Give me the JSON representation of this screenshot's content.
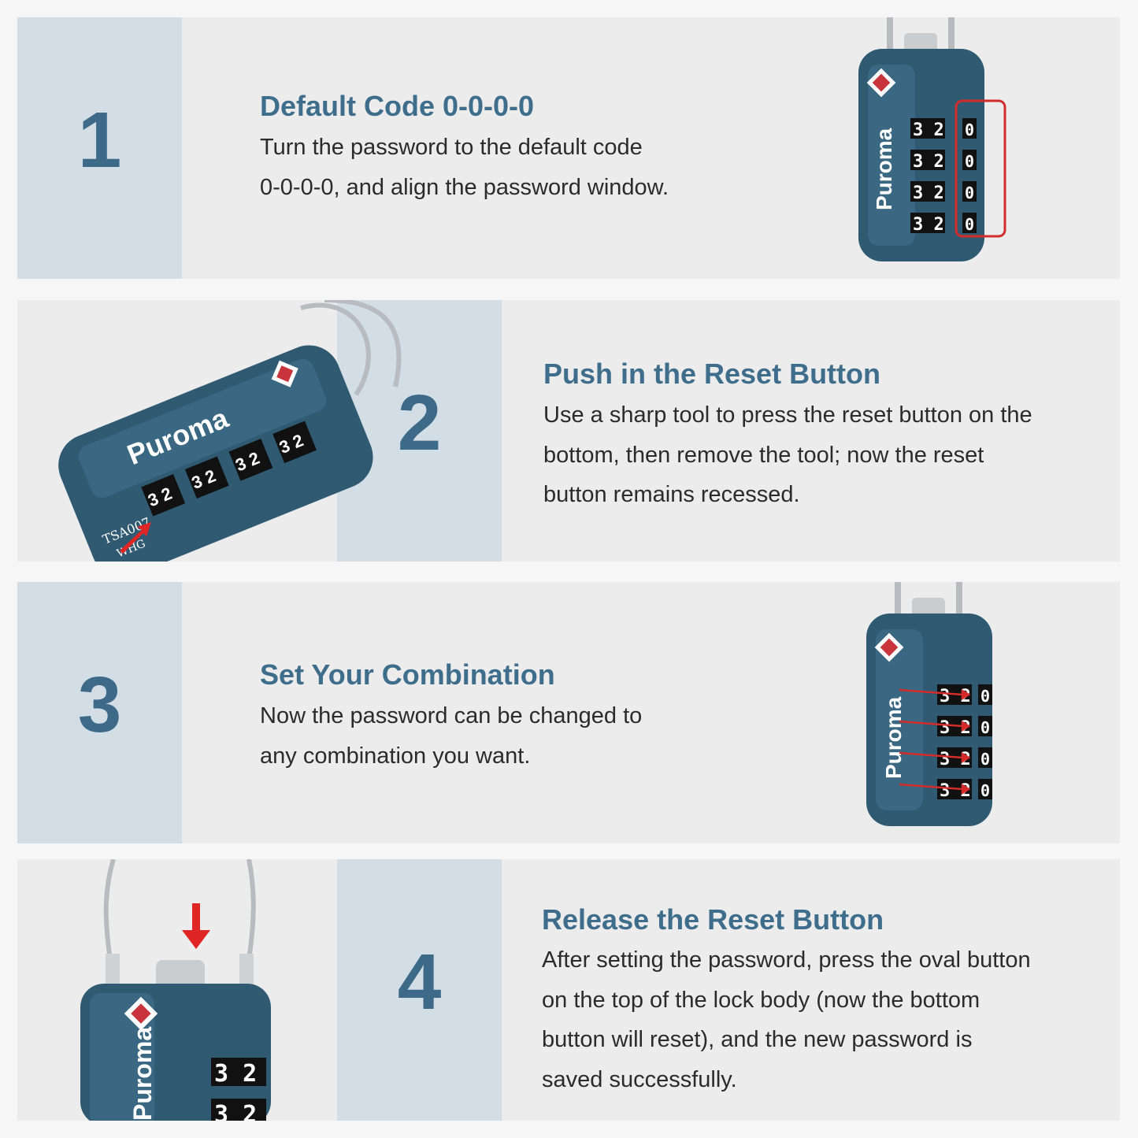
{
  "brand": "Puroma",
  "theme": {
    "accent": "#3f6e8c",
    "panel": "#d3dde5",
    "lock_body": "#2f5a72",
    "tsa_red": "#c8333c",
    "highlight": "#d42b2b"
  },
  "steps": [
    {
      "number": "1",
      "title": "Default Code 0-0-0-0",
      "lines": [
        "Turn the password to the default code",
        "0-0-0-0, and align the password window."
      ]
    },
    {
      "number": "2",
      "title": "Push in the Reset Button",
      "lines": [
        "Use a sharp tool to press the reset button on the",
        "bottom, then remove the tool; now the reset",
        "button remains recessed."
      ]
    },
    {
      "number": "3",
      "title": "Set Your Combination",
      "lines": [
        "Now the password can be changed to",
        "any combination you want."
      ]
    },
    {
      "number": "4",
      "title": "Release the Reset Button",
      "lines": [
        "After setting the password, press the oval button",
        "on the top of the lock body (now the bottom",
        "button will reset), and the new password is",
        "saved successfully."
      ]
    }
  ],
  "lock": {
    "dial_pair": "3 2",
    "dial_zero": "0",
    "model_label": "TSA007",
    "maker_label": "WHG"
  }
}
